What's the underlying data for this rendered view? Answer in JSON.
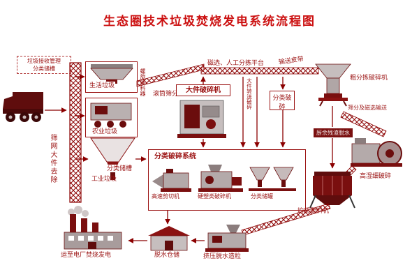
{
  "title": "生态圈技术垃圾焚烧发电系统流程图",
  "colors": {
    "accent": "#cc1111",
    "line": "#8b0000",
    "machine": "#7a0f0f"
  },
  "labels": {
    "receiving_line1": "垃圾接收管理",
    "receiving_line2": "分类储槽",
    "household_waste": "生活垃圾",
    "agricultural_waste": "农业垃圾",
    "classified_tank": "分类储槽",
    "industrial_waste": "工业垃圾",
    "screen_removal": "筛网大件去除",
    "spiral_feeder": "螺旋输料器",
    "drum_screening": "滚筒筛分",
    "sorting_platform": "磁选、人工分拣平台",
    "conveyor_belt": "输送皮带",
    "large_item_crusher": "大件破碎机",
    "coarse_sorting_crusher": "粗分拣破碎机",
    "transfer_crushing": "大件转送破碎",
    "classified_crushing": "分类破碎",
    "screening_conveying": "筛分及磁选输送",
    "kitchen_residue": "厨余残渣脱水",
    "high_moisture_crusher": "高湿细破碎",
    "crushing_system": "分类破碎系统",
    "shear_machine": "高速剪切机",
    "hard_plastic_crusher": "硬塑类破碎机",
    "classified_storage_tank": "分类储罐",
    "homogenizing_batcher": "均质配料机",
    "power_plant": "运至电厂焚烧发电",
    "dewatering_storage": "脱水仓储",
    "extrusion_granulation": "挤压脱水造粒"
  }
}
